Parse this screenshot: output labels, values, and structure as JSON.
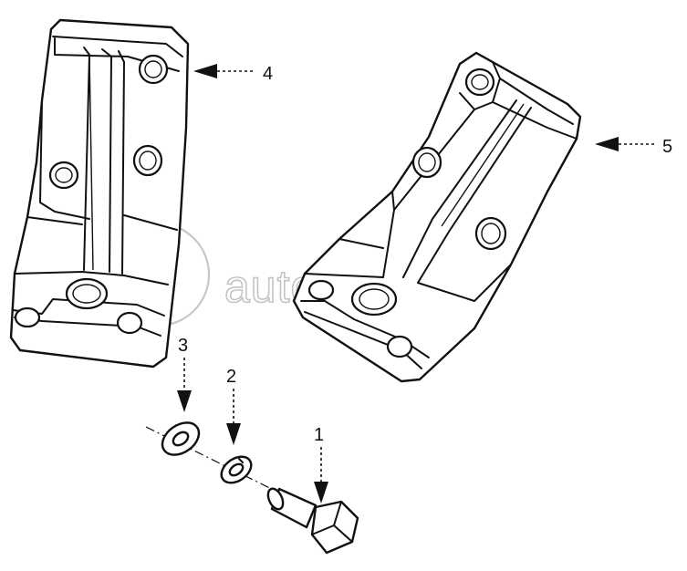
{
  "watermark": {
    "mark": "a>",
    "text": "autopiter.ru"
  },
  "callouts": [
    {
      "id": "4",
      "text": "4"
    },
    {
      "id": "5",
      "text": "5"
    },
    {
      "id": "3",
      "text": "3"
    },
    {
      "id": "2",
      "text": "2"
    },
    {
      "id": "1",
      "text": "1"
    }
  ]
}
